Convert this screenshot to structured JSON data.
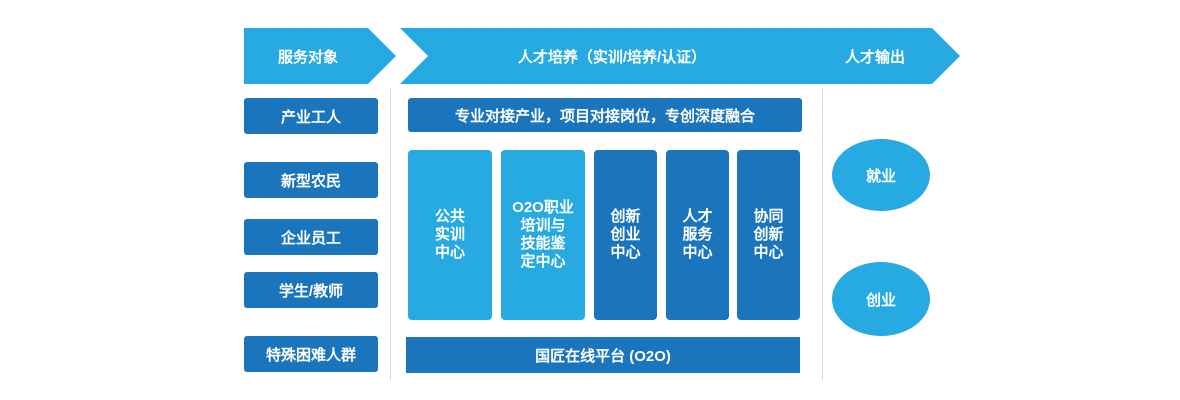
{
  "header": {
    "target": "服务对象",
    "training": "人才培养（实训/培养/认证）",
    "output": "人才输出"
  },
  "targets": [
    "产业工人",
    "新型农民",
    "企业员工",
    "学生/教师",
    "特殊困难人群"
  ],
  "banner": "专业对接产业，项目对接岗位，专创深度融合",
  "centers": [
    {
      "lines": [
        "公共",
        "实训",
        "中心"
      ]
    },
    {
      "lines": [
        "O2O职业",
        "培训与",
        "技能鉴",
        "定中心"
      ]
    },
    {
      "lines": [
        "创新",
        "创业",
        "中心"
      ]
    },
    {
      "lines": [
        "人才",
        "服务",
        "中心"
      ]
    },
    {
      "lines": [
        "协同",
        "创新",
        "中心"
      ]
    }
  ],
  "platform": "国匠在线平台 (O2O)",
  "outputs": [
    "就业",
    "创业"
  ],
  "colors": {
    "light": "#27aae1",
    "dark": "#1b75bc"
  }
}
